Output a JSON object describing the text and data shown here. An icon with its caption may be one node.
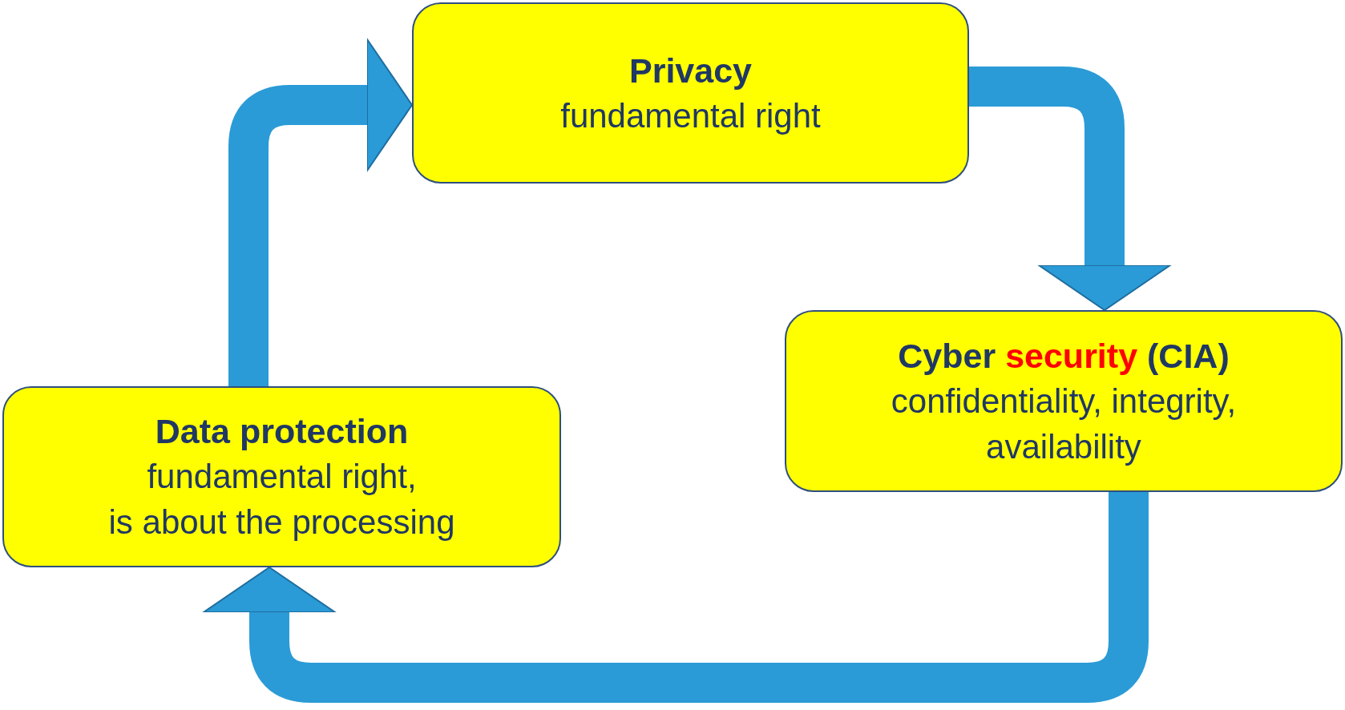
{
  "diagram": {
    "nodes": [
      {
        "text": [
          "Privacy",
          "fundamental right"
        ]
      },
      {
        "text": [
          "Cyber security (CIA)",
          "confidentiality, integrity, availability"
        ]
      },
      {
        "text": [
          "Data protection",
          "fundamental right, is about the processing"
        ]
      }
    ],
    "edges": [
      {
        "from": 0,
        "to": 1,
        "arrow": "to"
      },
      {
        "from": 1,
        "to": 2,
        "arrow": "to"
      },
      {
        "from": 2,
        "to": 0,
        "arrow": "to"
      }
    ]
  }
}
